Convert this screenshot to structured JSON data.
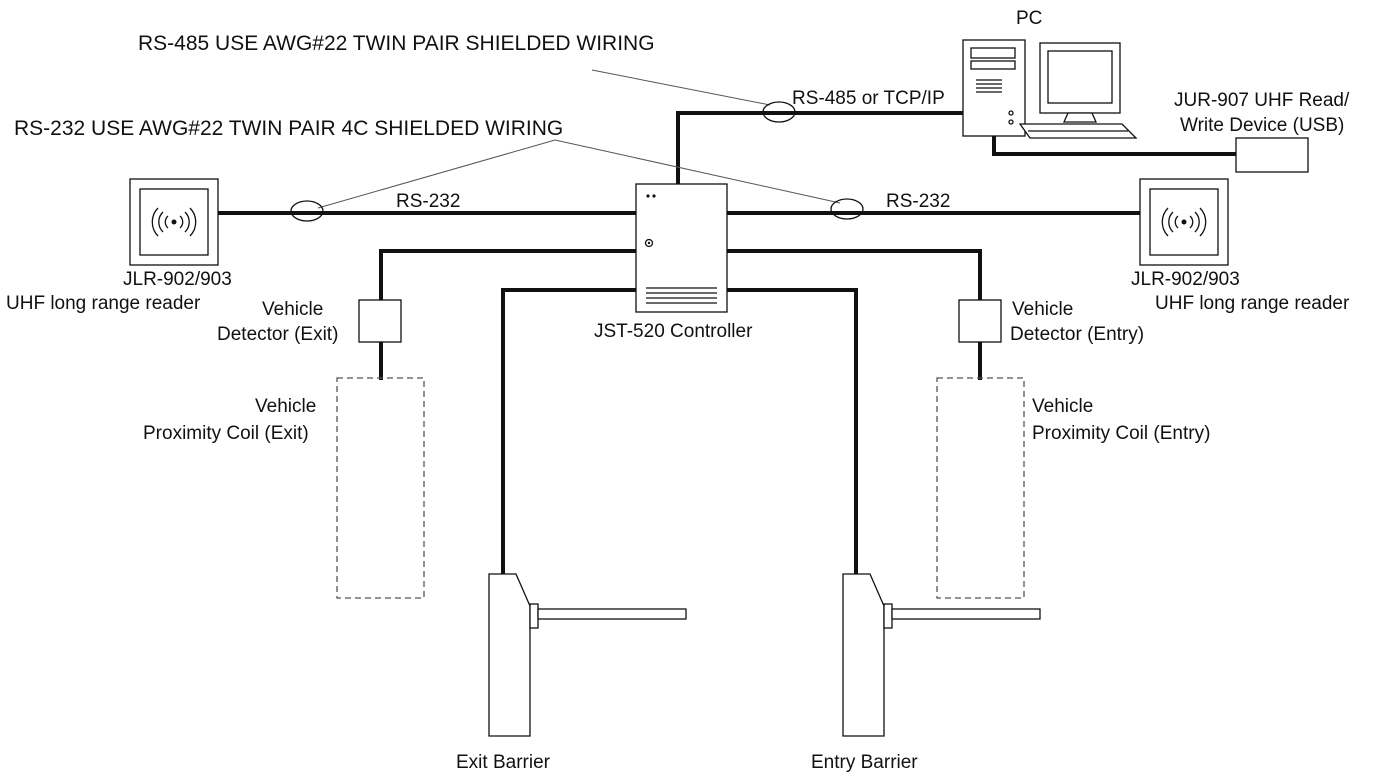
{
  "labels": {
    "rs485_note": "RS-485 USE AWG#22 TWIN PAIR SHIELDED WIRING",
    "rs232_note": "RS-232 USE AWG#22 TWIN PAIR 4C SHIELDED WIRING",
    "pc": "PC",
    "rs485_link": "RS-485 or TCP/IP",
    "usb_device_line1": "JUR-907 UHF Read/",
    "usb_device_line2": "Write Device (USB)",
    "rs232_left": "RS-232",
    "rs232_right": "RS-232",
    "reader_left_line1": "JLR-902/903",
    "reader_left_line2": "UHF long range reader",
    "reader_right_line1": "JLR-902/903",
    "reader_right_line2": "UHF long range reader",
    "controller": "JST-520 Controller",
    "detector_exit_line1": "Vehicle",
    "detector_exit_line2": "Detector (Exit)",
    "detector_entry_line1": "Vehicle",
    "detector_entry_line2": "Detector (Entry)",
    "coil_exit_line1": "Vehicle",
    "coil_exit_line2": "Proximity Coil (Exit)",
    "coil_entry_line1": "Vehicle",
    "coil_entry_line2": "Proximity Coil (Entry)",
    "exit_barrier": "Exit Barrier",
    "entry_barrier": "Entry Barrier"
  },
  "icons": {
    "reader": "rfid-reader-icon",
    "pc": "desktop-computer-icon",
    "controller": "controller-box-icon",
    "barrier": "boom-barrier-icon",
    "usb_device": "usb-reader-icon"
  }
}
